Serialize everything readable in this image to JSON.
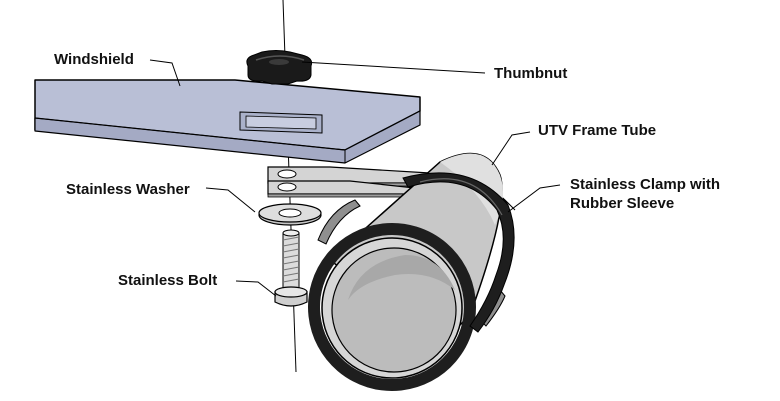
{
  "labels": {
    "windshield": "Windshield",
    "thumbnut": "Thumbnut",
    "utv_frame_tube": "UTV Frame Tube",
    "stainless_washer": "Stainless Washer",
    "stainless_clamp_line1": "Stainless Clamp with",
    "stainless_clamp_line2": "Rubber Sleeve",
    "stainless_bolt": "Stainless Bolt"
  },
  "colors": {
    "windshield_top": "#b9bfd6",
    "windshield_front": "#a4aac4",
    "metal_light": "#e0e0e0",
    "metal_mid": "#c8c8c8",
    "metal_dark": "#9e9e9e",
    "rubber": "#1e1e1e",
    "outline": "#000000"
  }
}
